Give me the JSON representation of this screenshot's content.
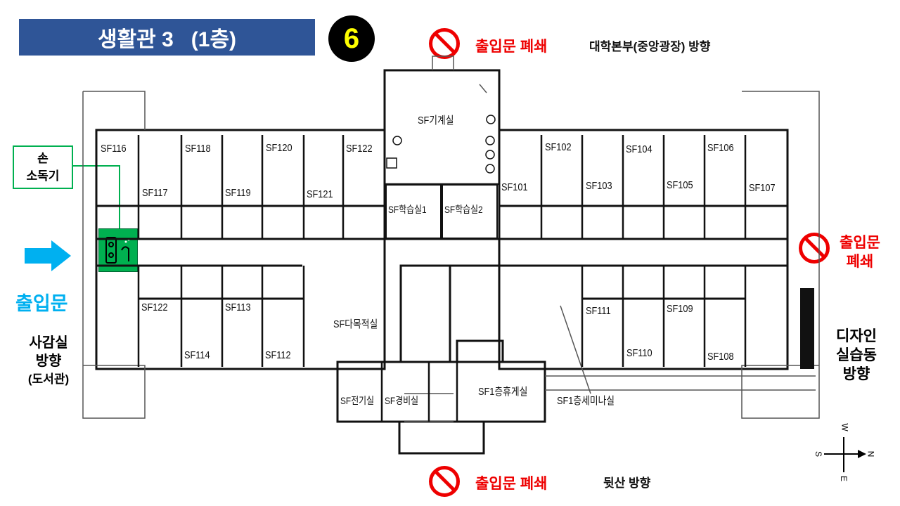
{
  "title": "생활관 3   (1층)",
  "floor_number": "6",
  "closed_exit_label": "출입문 폐쇄",
  "closed_exit_label_right": [
    "출입문",
    "폐쇄"
  ],
  "direction_top": "대학본부(중앙광장)  방향",
  "direction_bottom": "뒷산  방향",
  "direction_right": [
    "디자인",
    "실습동",
    "방향"
  ],
  "direction_left": [
    "사감실",
    "방향",
    "(도서관)"
  ],
  "entrance_label": "출입문",
  "sanitizer_label": [
    "손",
    "소독기"
  ],
  "compass": {
    "north": "N",
    "south": "S",
    "east": "E",
    "west": "W"
  },
  "rooms": {
    "sf116": "SF116",
    "sf117": "SF117",
    "sf118": "SF118",
    "sf119": "SF119",
    "sf120": "SF120",
    "sf121": "SF121",
    "sf122_top": "SF122",
    "machine": "SF기계실",
    "study1": "SF학습실1",
    "study2": "SF학습실2",
    "sf101": "SF101",
    "sf102": "SF102",
    "sf103": "SF103",
    "sf104": "SF104",
    "sf105": "SF105",
    "sf106": "SF106",
    "sf107": "SF107",
    "sf122_bottom": "SF122",
    "sf114": "SF114",
    "sf113": "SF113",
    "sf112": "SF112",
    "multi": "SF다목적실",
    "sf111": "SF111",
    "sf110": "SF110",
    "sf109": "SF109",
    "sf108": "SF108",
    "electric": "SF전기실",
    "guard": "SF경비실",
    "lounge": "SF1층휴게실",
    "seminar": "SF1층세미나실"
  },
  "colors": {
    "title_bg": "#2f5597",
    "closed": "#e00000",
    "entrance": "#00b0f0",
    "sanitizer": "#00b050"
  }
}
